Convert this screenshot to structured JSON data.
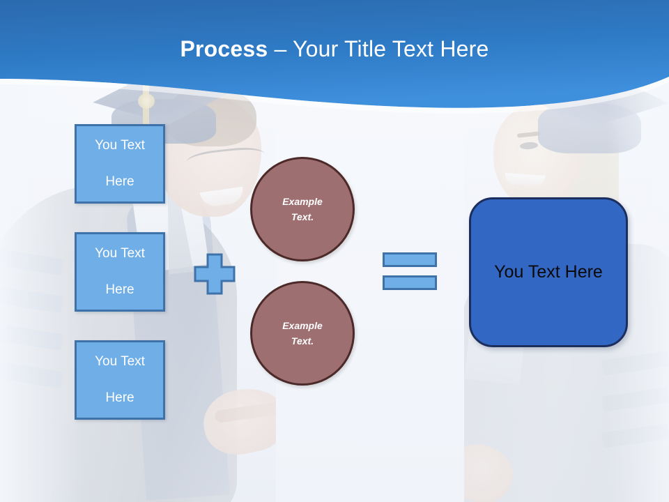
{
  "slide": {
    "title": {
      "emphasis": "Process",
      "separator": " – ",
      "rest": "Your Title Text Here"
    },
    "theme": {
      "header_gradient_top": "#2B6AAE",
      "header_gradient_bottom": "#3E8FDC",
      "background": "#F2F5FA",
      "light_box_fill": "#6FAEE7",
      "light_box_border": "#3F72A8",
      "circle_fill": "#9E6F71",
      "circle_border": "#4B2A29",
      "result_fill": "#3267C4",
      "result_border": "#1C2E5E",
      "title_color": "#FFFFFF",
      "result_text_color": "#0A0A0A"
    }
  },
  "inputs": {
    "boxes": [
      {
        "line1": "You Text",
        "line2": "Here"
      },
      {
        "line1": "You Text",
        "line2": "Here"
      },
      {
        "line1": "You Text",
        "line2": "Here"
      }
    ]
  },
  "operators": {
    "plus": "+",
    "equals": "="
  },
  "circles": [
    {
      "line1": "Example",
      "line2": "Text."
    },
    {
      "line1": "Example",
      "line2": "Text."
    }
  ],
  "result": {
    "label": "You Text Here"
  },
  "photo": {
    "left_subject": "graduate-man",
    "right_subject": "graduate-woman"
  }
}
